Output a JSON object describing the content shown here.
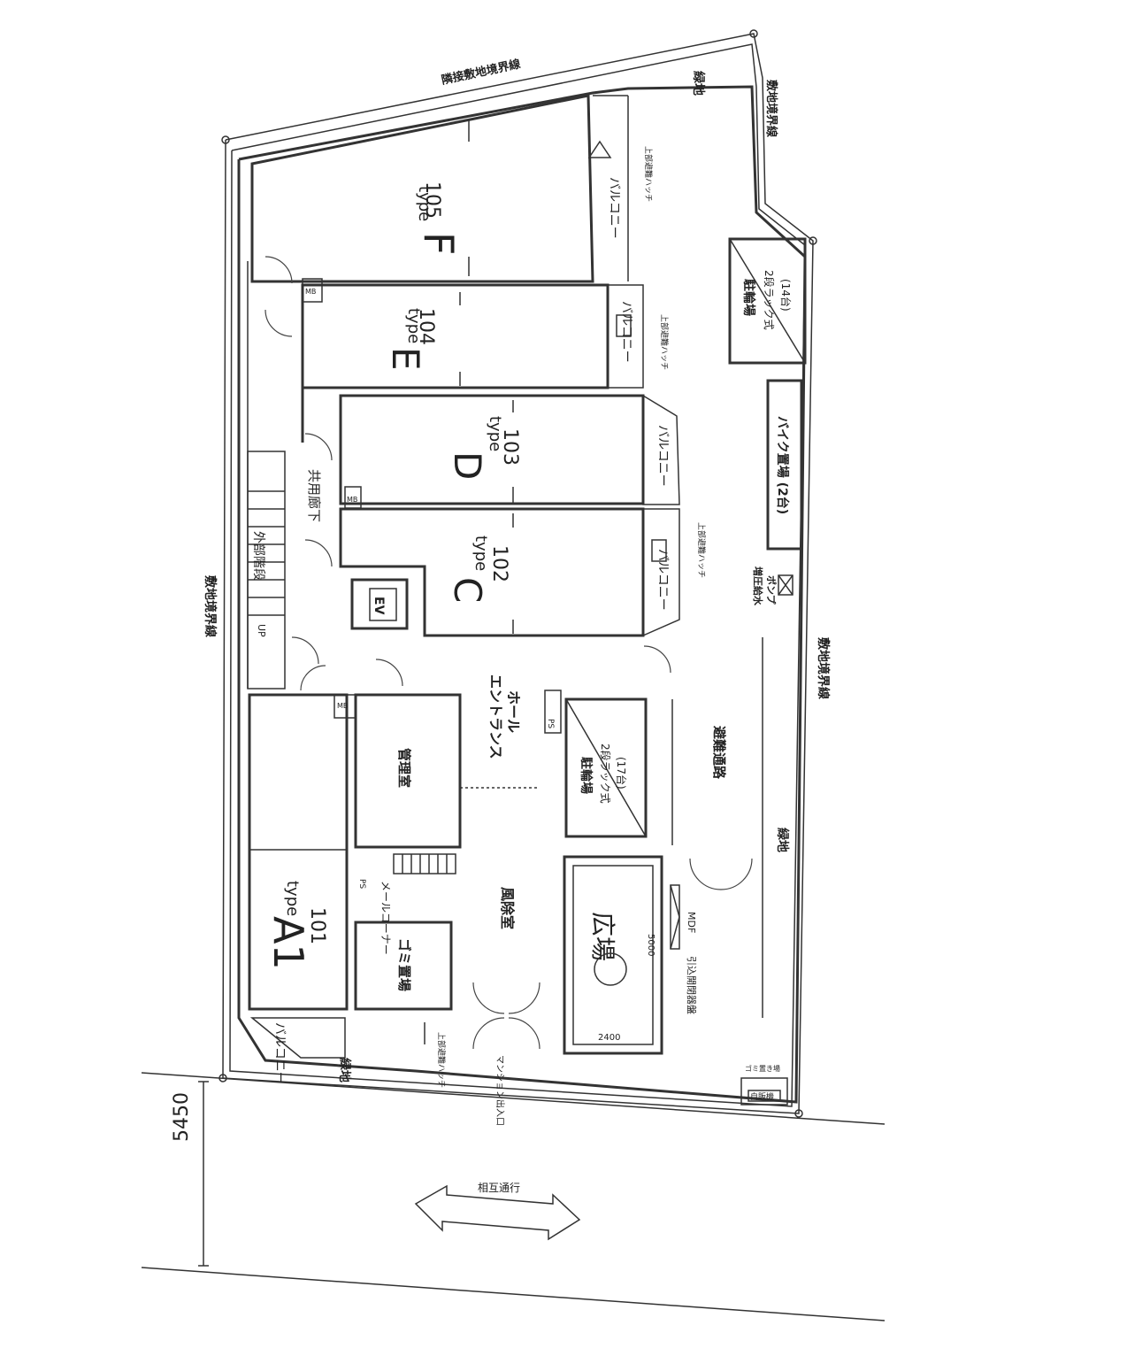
{
  "units": [
    {
      "type_letter": "F",
      "type_suffix": "type",
      "number": "105"
    },
    {
      "type_letter": "E",
      "type_suffix": "type",
      "number": "104"
    },
    {
      "type_letter": "D",
      "type_suffix": "type",
      "number": "103"
    },
    {
      "type_letter": "C",
      "type_suffix": "type",
      "number": "102"
    },
    {
      "type_letter": "A1",
      "type_suffix": "type",
      "number": "101"
    }
  ],
  "boundaries": {
    "top": "隣接敷地境界線",
    "top_right": "敷地境界線",
    "left": "敷地境界線",
    "right": "敷地境界線"
  },
  "green_areas": [
    "緑地",
    "緑地",
    "緑地"
  ],
  "balconies": [
    "バルコニー",
    "バルコニー",
    "バルコニー",
    "バルコニー",
    "バルコニー"
  ],
  "hatches": [
    "上部避難ハッチ",
    "上部避難ハッチ",
    "上部避難ハッチ",
    "上部避難ハッチ"
  ],
  "rooms": {
    "shared_corridor": "共用廊下",
    "external_stairs": "外部階段",
    "up": "UP",
    "ev": "EV",
    "entrance_hall": [
      "エントランス",
      "ホール"
    ],
    "management": "管理室",
    "windbreak": "風除室",
    "mail_corner": "メールコーナー",
    "garbage": "ゴミ置場",
    "evacuation_path": "避難通路",
    "mdf": "MDF",
    "intake_board": "引込開閉器盤",
    "booster_pump": [
      "増圧給水",
      "ポンプ"
    ],
    "ps": "PS",
    "mb": "MB",
    "garbage_bin": "ゴミ置き場",
    "vending": "自販機"
  },
  "parking": [
    {
      "label": "駐輪場",
      "kind": "2段ラック式",
      "count": "(14台)"
    },
    {
      "label": "駐輪場",
      "kind": "2段ラック式",
      "count": "(17台)"
    }
  ],
  "bike_parking": "バイク置場 (2台)",
  "plaza": {
    "label": "広場",
    "dim_w": "2400",
    "dim_h": "5000"
  },
  "entrance": "マンション出入口",
  "road": {
    "width": "5450",
    "traffic": "相互通行"
  }
}
